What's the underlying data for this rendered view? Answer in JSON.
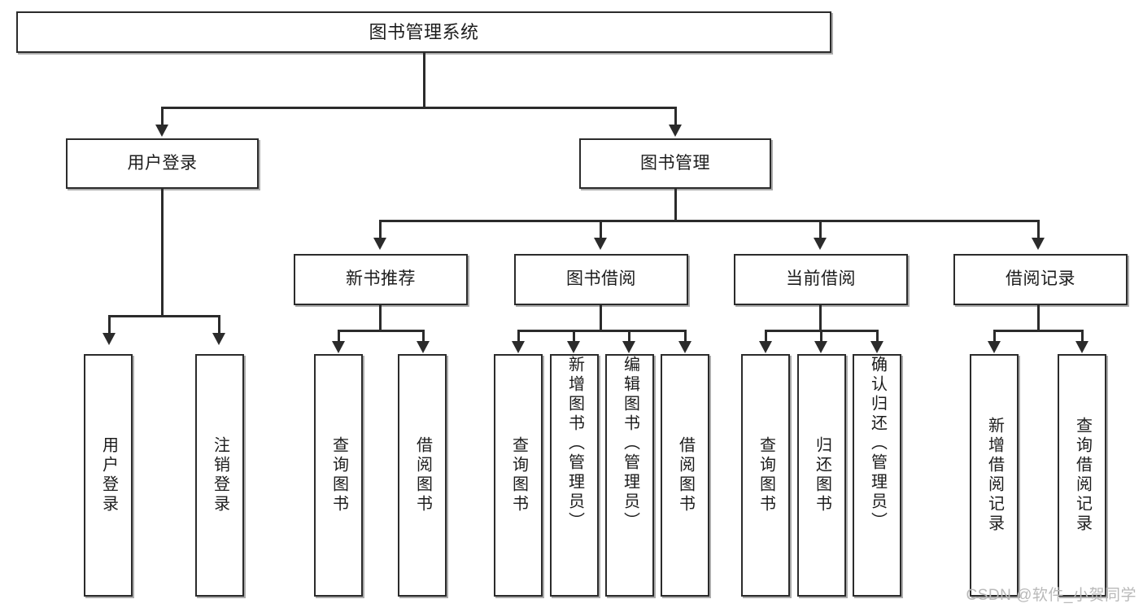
{
  "diagram": {
    "type": "tree-hierarchy",
    "title": "图书管理系统",
    "root": {
      "label": "图书管理系统"
    },
    "level2": [
      {
        "label": "用户登录"
      },
      {
        "label": "图书管理"
      }
    ],
    "level3": [
      {
        "label": "新书推荐"
      },
      {
        "label": "图书借阅"
      },
      {
        "label": "当前借阅"
      },
      {
        "label": "借阅记录"
      }
    ],
    "leaves": {
      "user_login": [
        {
          "label": "用户登录"
        },
        {
          "label": "注销登录"
        }
      ],
      "new_book_recommend": [
        {
          "label": "查询图书"
        },
        {
          "label": "借阅图书"
        }
      ],
      "book_borrow": [
        {
          "label": "查询图书"
        },
        {
          "label": "新增图书（管理员）"
        },
        {
          "label": "编辑图书（管理员）"
        },
        {
          "label": "借阅图书"
        }
      ],
      "current_borrow": [
        {
          "label": "查询图书"
        },
        {
          "label": "归还图书"
        },
        {
          "label": "确认归还（管理员）"
        }
      ],
      "borrow_record": [
        {
          "label": "新增借阅记录"
        },
        {
          "label": "查询借阅记录"
        }
      ]
    }
  },
  "watermark": {
    "text": "CSDN @软件_小贺同学"
  },
  "colors": {
    "background": "#ffffff",
    "box_border": "#2b2b2b",
    "connector": "#2b2b2b",
    "text": "#1c1c1c",
    "watermark": "#b9b9b9"
  }
}
